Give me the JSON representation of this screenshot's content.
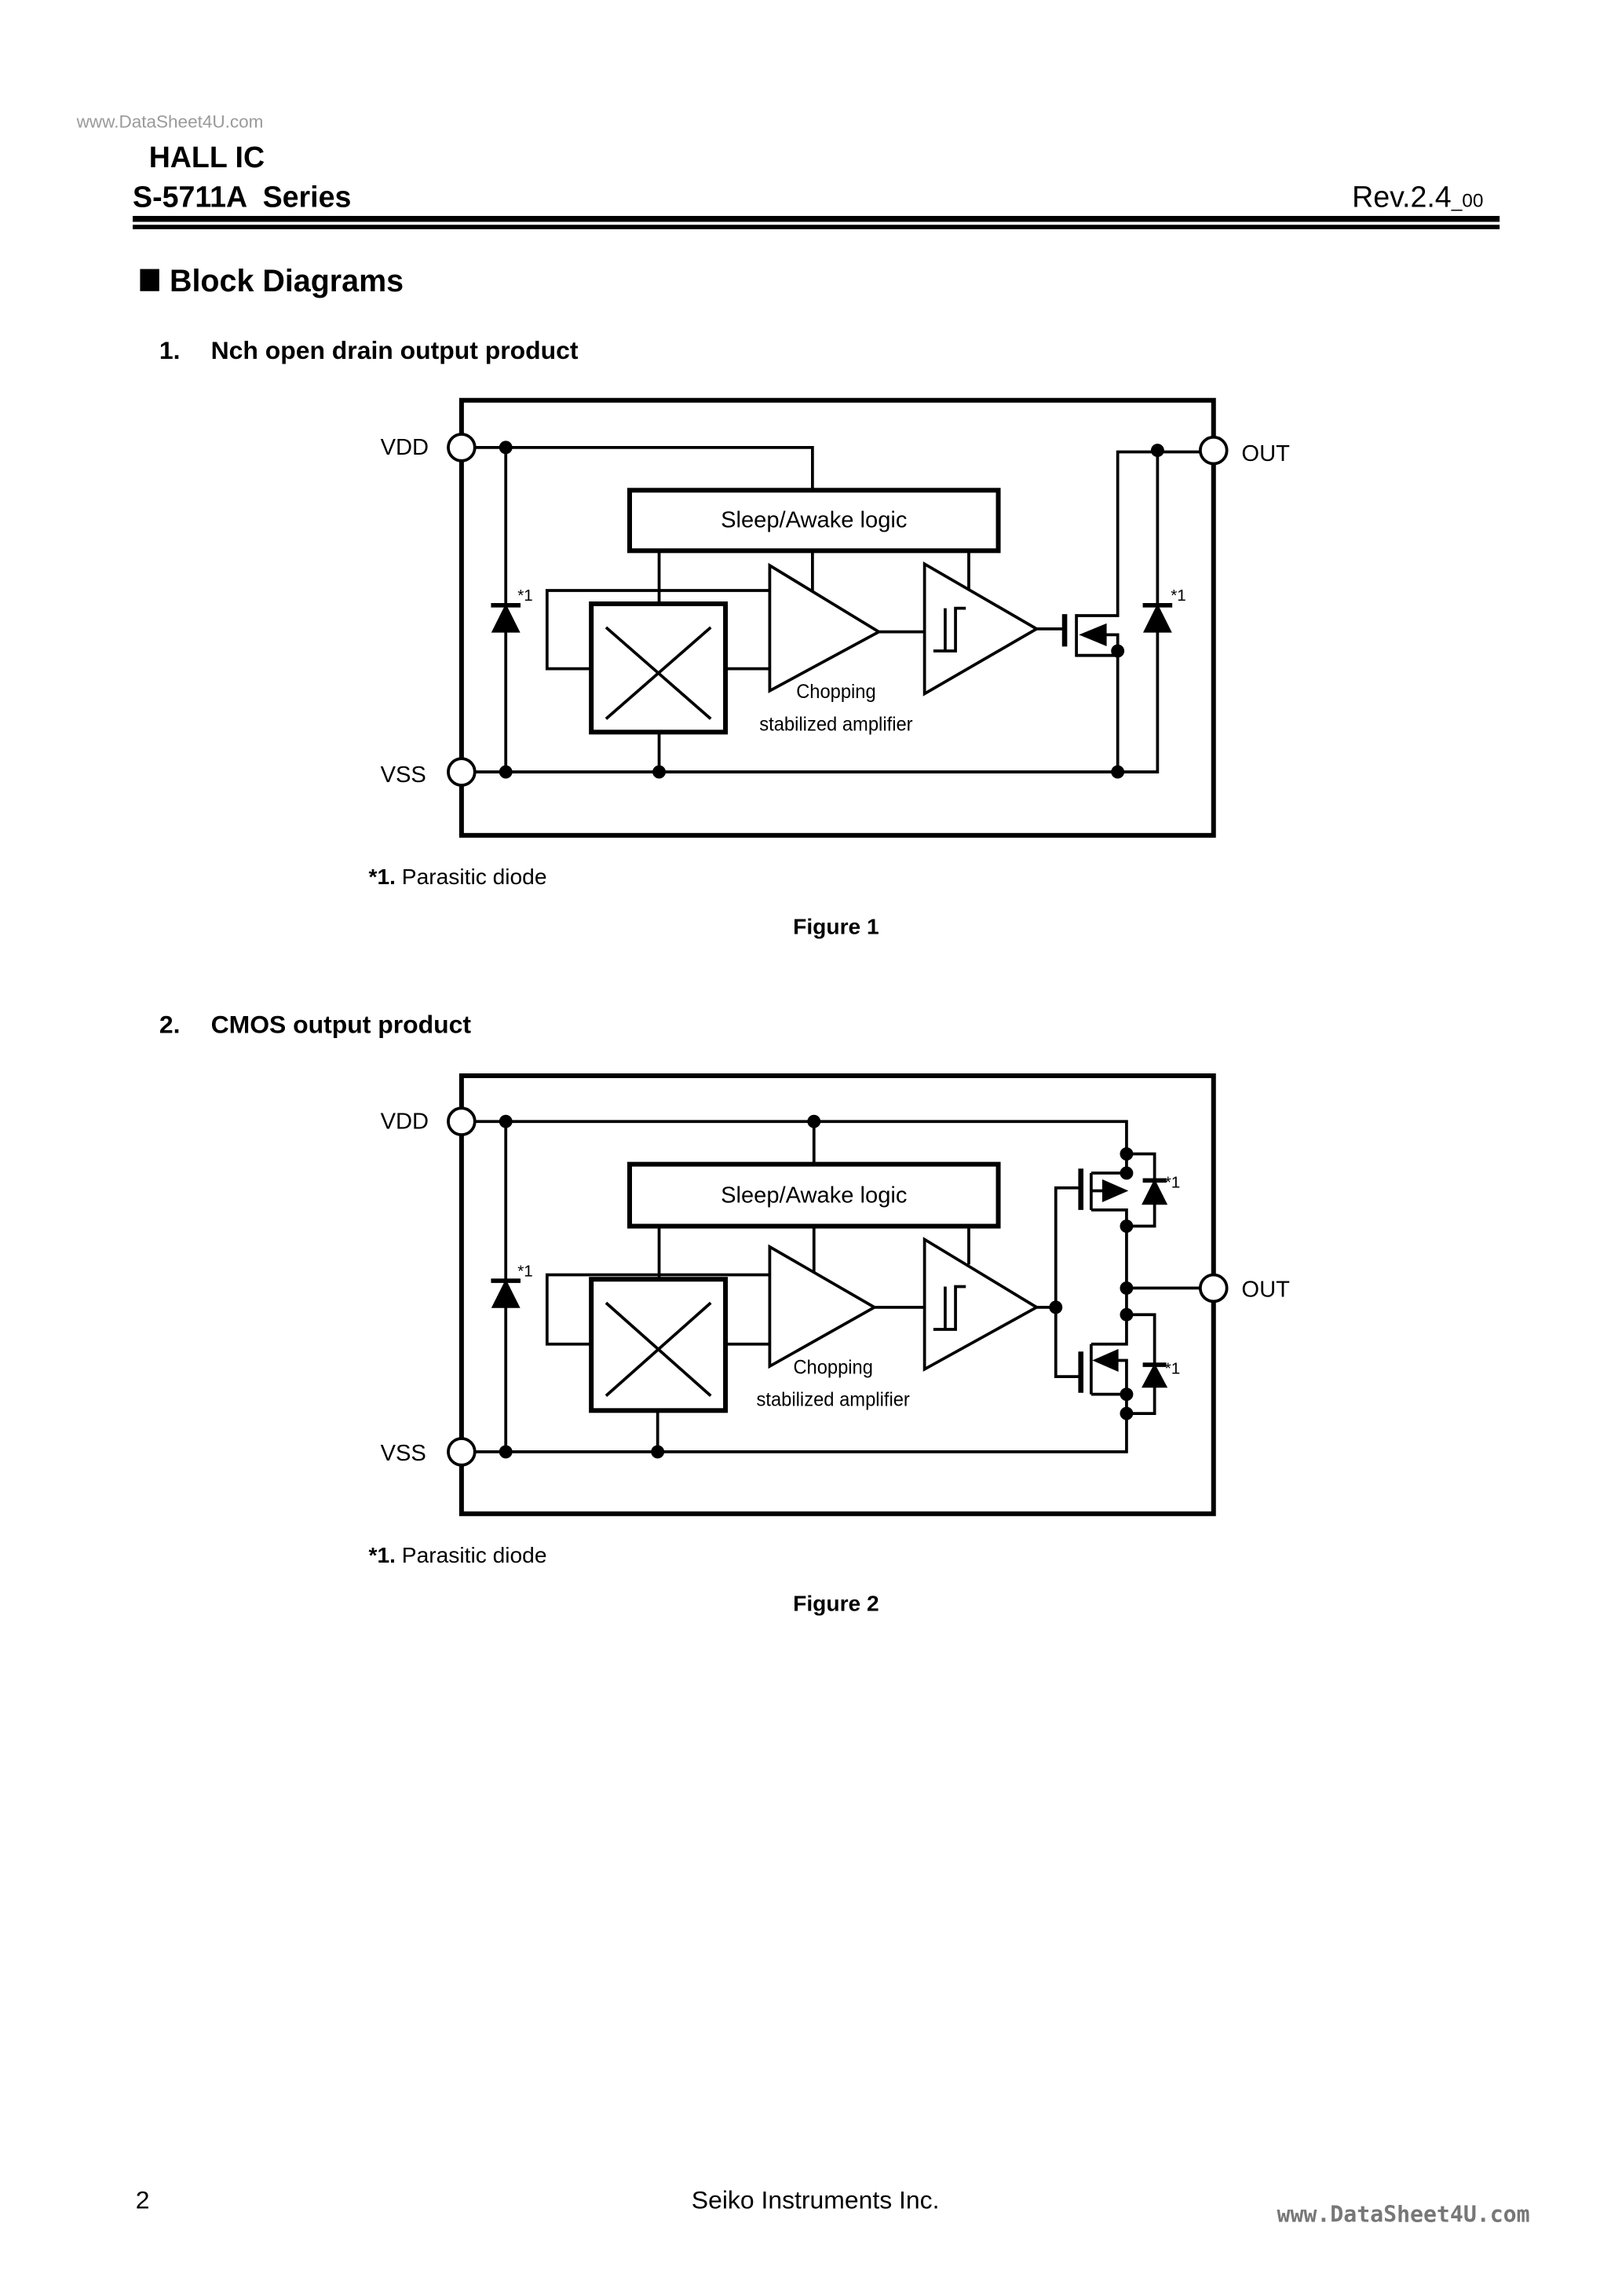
{
  "header": {
    "category": "HALL IC",
    "watermark": "www.DataSheet4U.com",
    "series": "S-5711A  Series",
    "revision": "Rev.2.4",
    "revision_suffix": "_00"
  },
  "section": {
    "bullet": "■",
    "title": "Block Diagrams"
  },
  "figures": [
    {
      "heading_number": "1.",
      "heading": "Nch open drain output product",
      "pins": {
        "vdd": "VDD",
        "vss": "VSS",
        "out": "OUT"
      },
      "logic_block": "Sleep/Awake logic",
      "amp_label_1": "Chopping",
      "amp_label_2": "stabilized amplifier",
      "diode_mark": "*1",
      "note_mark": "*1.",
      "note_text": " Parasitic diode",
      "caption": "Figure 1"
    },
    {
      "heading_number": "2.",
      "heading": "CMOS output product",
      "pins": {
        "vdd": "VDD",
        "vss": "VSS",
        "out": "OUT"
      },
      "logic_block": "Sleep/Awake logic",
      "amp_label_1": "Chopping",
      "amp_label_2": "stabilized amplifier",
      "diode_mark": "*1",
      "note_mark": "*1.",
      "note_text": " Parasitic diode",
      "caption": "Figure 2"
    }
  ],
  "footer": {
    "page_number": "2",
    "company": "Seiko Instruments Inc.",
    "watermark": "www.DataSheet4U.com"
  }
}
